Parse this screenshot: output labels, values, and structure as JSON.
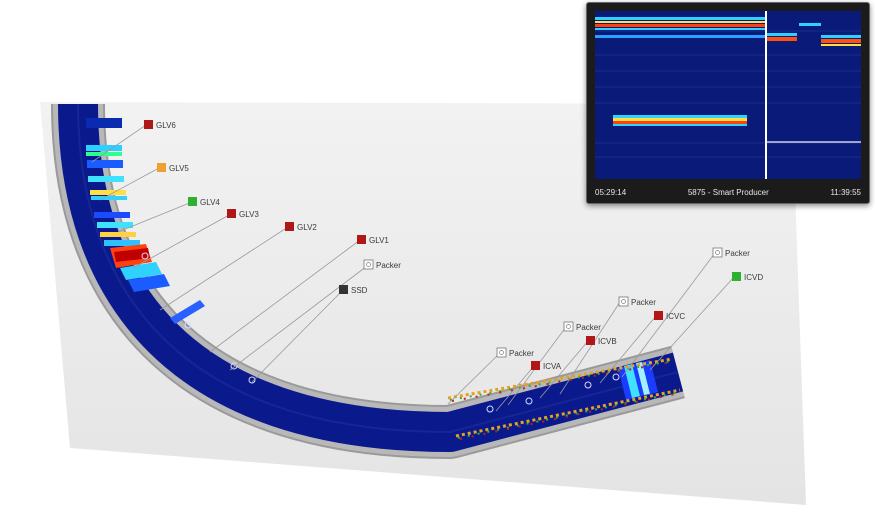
{
  "colors": {
    "red": "#b01818",
    "orange": "#f0a030",
    "green": "#30b030",
    "dark": "#333333",
    "well_fill": "#0a1a8c",
    "casing": "#9a9a9a",
    "floor": "#e9e9e9"
  },
  "labels": [
    {
      "id": "glv6",
      "text": "GLV6",
      "marker": "red-square"
    },
    {
      "id": "glv5",
      "text": "GLV5",
      "marker": "orange-square"
    },
    {
      "id": "glv4",
      "text": "GLV4",
      "marker": "green-square"
    },
    {
      "id": "glv3",
      "text": "GLV3",
      "marker": "red-square"
    },
    {
      "id": "glv2",
      "text": "GLV2",
      "marker": "red-square"
    },
    {
      "id": "glv1",
      "text": "GLV1",
      "marker": "red-square"
    },
    {
      "id": "packer1",
      "text": "Packer",
      "marker": "packer-icon"
    },
    {
      "id": "ssd",
      "text": "SSD",
      "marker": "dark-square"
    },
    {
      "id": "packer2",
      "text": "Packer",
      "marker": "packer-icon"
    },
    {
      "id": "icva",
      "text": "ICVA",
      "marker": "red-square"
    },
    {
      "id": "packer3",
      "text": "Packer",
      "marker": "packer-icon"
    },
    {
      "id": "icvb",
      "text": "ICVB",
      "marker": "red-square"
    },
    {
      "id": "packer4",
      "text": "Packer",
      "marker": "packer-icon"
    },
    {
      "id": "icvc",
      "text": "ICVC",
      "marker": "red-square"
    },
    {
      "id": "packer5",
      "text": "Packer",
      "marker": "packer-icon"
    },
    {
      "id": "icvd",
      "text": "ICVD",
      "marker": "green-square"
    }
  ],
  "thumbnail": {
    "start_time": "05:29:14",
    "title": "5875 - Smart Producer",
    "end_time": "11:39:55"
  }
}
